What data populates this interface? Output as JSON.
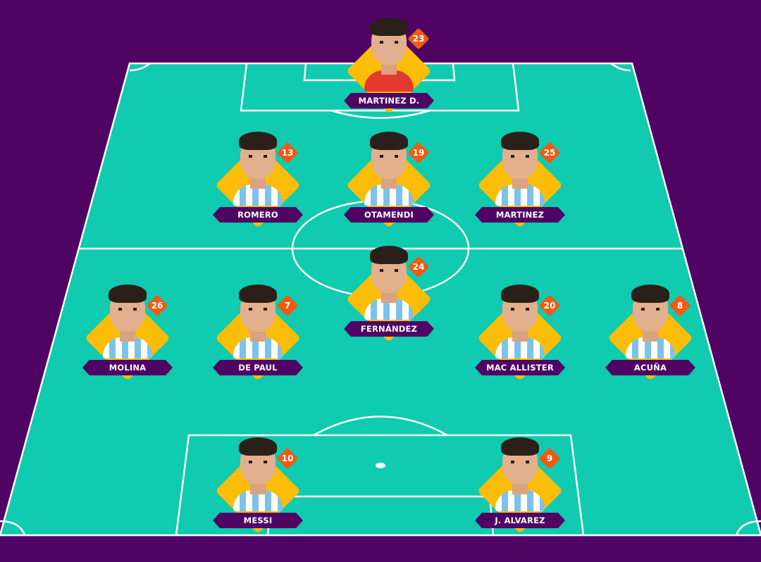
{
  "colors": {
    "background": "#4f0464",
    "pitch": "#10cbb0",
    "lines": "#ffffff",
    "diamond": "#fbbd08",
    "badge": "#f05a12",
    "name_bar": "#4f0464"
  },
  "lineup": [
    {
      "name": "MARTINEZ D.",
      "number": "23",
      "role": "goalkeeper"
    },
    {
      "name": "ROMERO",
      "number": "13",
      "role": "defender"
    },
    {
      "name": "OTAMENDI",
      "number": "19",
      "role": "defender"
    },
    {
      "name": "MARTINEZ",
      "number": "25",
      "role": "defender"
    },
    {
      "name": "FERNÁNDEZ",
      "number": "24",
      "role": "midfielder"
    },
    {
      "name": "MOLINA",
      "number": "26",
      "role": "midfielder"
    },
    {
      "name": "DE PAUL",
      "number": "7",
      "role": "midfielder"
    },
    {
      "name": "MAC ALLISTER",
      "number": "20",
      "role": "midfielder"
    },
    {
      "name": "ACUÑA",
      "number": "8",
      "role": "midfielder"
    },
    {
      "name": "MESSI",
      "number": "10",
      "role": "forward"
    },
    {
      "name": "J. ALVAREZ",
      "number": "9",
      "role": "forward"
    }
  ]
}
